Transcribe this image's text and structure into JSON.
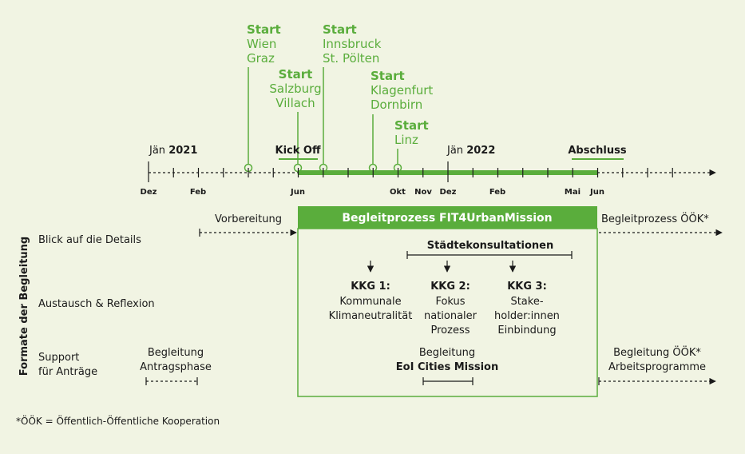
{
  "colors": {
    "background": "#f1f4e3",
    "green": "#5aad3c",
    "text": "#1a1a1a",
    "on_green": "#ffffff"
  },
  "starts": [
    {
      "label": "Start",
      "cities": [
        "Wien",
        "Graz"
      ]
    },
    {
      "label": "Start",
      "cities": [
        "Salzburg",
        "Villach"
      ]
    },
    {
      "label": "Start",
      "cities": [
        "Innsbruck",
        "St. Pölten"
      ]
    },
    {
      "label": "Start",
      "cities": [
        "Klagenfurt",
        "Dornbirn"
      ]
    },
    {
      "label": "Start",
      "cities": [
        "Linz"
      ]
    }
  ],
  "timeline": {
    "year_labels": [
      {
        "prefix": "Jän",
        "year": "2021"
      },
      {
        "prefix": "Jän",
        "year": "2022"
      }
    ],
    "kick_off": "Kick Off",
    "abschluss": "Abschluss",
    "month_ticks": [
      "Dez",
      "Feb",
      "Jun",
      "Okt",
      "Nov",
      "Dez",
      "Feb",
      "Mai",
      "Jun"
    ]
  },
  "side_title": "Formate der Begleitung",
  "rows": [
    {
      "label": "Blick auf die Details"
    },
    {
      "label": "Austausch & Reflexion"
    },
    {
      "label_lines": [
        "Support",
        "für Anträge"
      ]
    }
  ],
  "phases": {
    "vorbereitung": "Vorbereitung",
    "main_bar": "Begleitprozess FIT4UrbanMission",
    "ook": "Begleitprozess ÖÖK*",
    "staedtekonsultationen": "Städtekonsultationen"
  },
  "kkg": [
    {
      "title": "KKG 1:",
      "lines": [
        "Kommunale",
        "Klimaneutralität"
      ]
    },
    {
      "title": "KKG 2:",
      "lines": [
        "Fokus",
        "nationaler",
        "Prozess"
      ]
    },
    {
      "title": "KKG 3:",
      "lines": [
        "Stake-",
        "holder:innen",
        "Einbindung"
      ]
    }
  ],
  "support": {
    "antragsphase": [
      "Begleitung",
      "Antragsphase"
    ],
    "eoi_line1": "Begleitung",
    "eoi_line2": "EoI Cities Mission",
    "ook_arbeit": [
      "Begleitung ÖÖK*",
      "Arbeitsprogramme"
    ]
  },
  "footnote": "*ÖÖK = Öffentlich-Öffentliche Kooperation"
}
